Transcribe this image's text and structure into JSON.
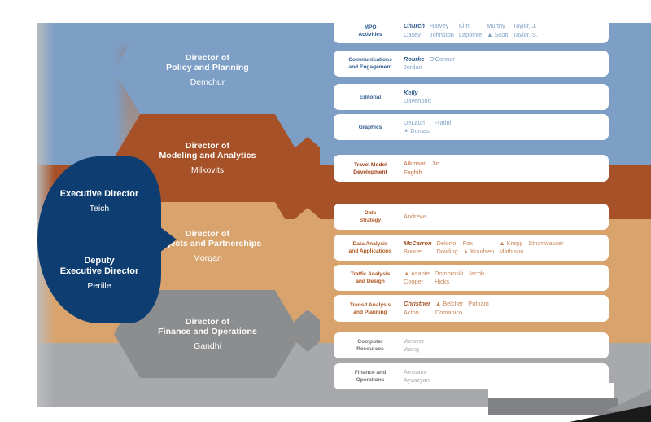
{
  "executive": {
    "blocks": [
      {
        "title": "Executive Director",
        "person": "Teich"
      },
      {
        "title": "Deputy\nExecutive Director",
        "person": "Perille"
      }
    ],
    "title_1a": "Executive Director",
    "person_1": "Teich",
    "title_2a": "Deputy",
    "title_2b": "Executive Director",
    "person_2": "Perille"
  },
  "directors": [
    {
      "line1": "Director of",
      "line2": "Policy and Planning",
      "person": "Demchur",
      "color": "#7d9fc6"
    },
    {
      "line1": "Director of",
      "line2": "Modeling and Analytics",
      "person": "Milkovits",
      "color": "#a65127"
    },
    {
      "line1": "Director of",
      "line2": "Projects and Partnerships",
      "person": "Morgan",
      "color": "#d9a36e"
    },
    {
      "line1": "Director of",
      "line2": "Finance and Operations",
      "person": "Gandhi",
      "color": "#8b8d8f"
    }
  ],
  "units": [
    {
      "unit_l1": "MPO",
      "unit_l2": "Activities",
      "group": "policy",
      "columns": [
        {
          "top": "Church",
          "top_lead": true,
          "bottom": "Casey"
        },
        {
          "top": "Harvey",
          "bottom": "Johnston"
        },
        {
          "top": "Kim",
          "bottom": "Lapointe"
        },
        {
          "top": "Murthy",
          "bottom": "Scott",
          "bottom_marker": "▲"
        },
        {
          "top": "Taylor, J.",
          "bottom": "Taylor, S."
        }
      ]
    },
    {
      "unit_l1": "Communications",
      "unit_l2": "and Engagement",
      "group": "policy",
      "columns": [
        {
          "top": "Rourke",
          "top_lead": true,
          "bottom": "Jordan"
        },
        {
          "top": "O'Connor",
          "bottom": ""
        }
      ]
    },
    {
      "unit_l1": "Editorial",
      "unit_l2": "",
      "group": "policy",
      "columns": [
        {
          "top": "Kelly",
          "top_lead": true,
          "bottom": "Davenport"
        }
      ]
    },
    {
      "unit_l1": "Graphics",
      "unit_l2": "",
      "group": "policy",
      "columns": [
        {
          "top": "DeLauri",
          "bottom": "Dumas",
          "bottom_marker": "✶"
        },
        {
          "top": "Fratini",
          "bottom": ""
        }
      ]
    },
    {
      "unit_l1": "Travel Model",
      "unit_l2": "Development",
      "group": "modeling",
      "columns": [
        {
          "top": "Atkinson",
          "bottom": "Foghih"
        },
        {
          "top": "Jin",
          "bottom": ""
        }
      ]
    },
    {
      "unit_l1": "Data",
      "unit_l2": "Strategy",
      "group": "projects",
      "columns": [
        {
          "top": "Andrews",
          "bottom": ""
        }
      ]
    },
    {
      "unit_l1": "Data Analysis",
      "unit_l2": "and Applications",
      "group": "projects",
      "columns": [
        {
          "top": "McCarron",
          "top_lead": true,
          "bottom": "Bonner"
        },
        {
          "top": "Delorto",
          "bottom": "Dowling"
        },
        {
          "top": "Fox",
          "bottom": "Knudsen",
          "bottom_marker": "▲"
        },
        {
          "top": "Krepp",
          "top_marker": "▲",
          "bottom": "Mathison"
        },
        {
          "top": "Strumwasser",
          "bottom": ""
        }
      ]
    },
    {
      "unit_l1": "Traffic Analysis",
      "unit_l2": "and Design",
      "group": "projects",
      "columns": [
        {
          "top": "Asante",
          "top_marker": "▲",
          "bottom": "Cooper"
        },
        {
          "top": "Dombroski",
          "bottom": "Hicks"
        },
        {
          "top": "Jacob",
          "bottom": ""
        }
      ]
    },
    {
      "unit_l1": "Transit Analysis",
      "unit_l2": "and Planning",
      "group": "projects",
      "columns": [
        {
          "top": "Christner",
          "top_lead": true,
          "bottom": "Acton"
        },
        {
          "top": "Belcher",
          "top_marker": "▲",
          "bottom": "Domanico"
        },
        {
          "top": "Putnam",
          "bottom": ""
        }
      ]
    },
    {
      "unit_l1": "Computer",
      "unit_l2": "Resources",
      "group": "finance",
      "columns": [
        {
          "top": "Weaver",
          "bottom": "Wang"
        }
      ]
    },
    {
      "unit_l1": "Finance and",
      "unit_l2": "Operations",
      "group": "finance",
      "columns": [
        {
          "top": "Amisano",
          "bottom": "Ayvazyan"
        }
      ]
    }
  ],
  "palette": {
    "blue": "#7d9fc6",
    "dark_blue": "#0e3d72",
    "rust": "#a65127",
    "tan": "#d9a36e",
    "gray": "#a7a9ac",
    "canvas": "#bcbec0",
    "card": "#ffffff"
  }
}
